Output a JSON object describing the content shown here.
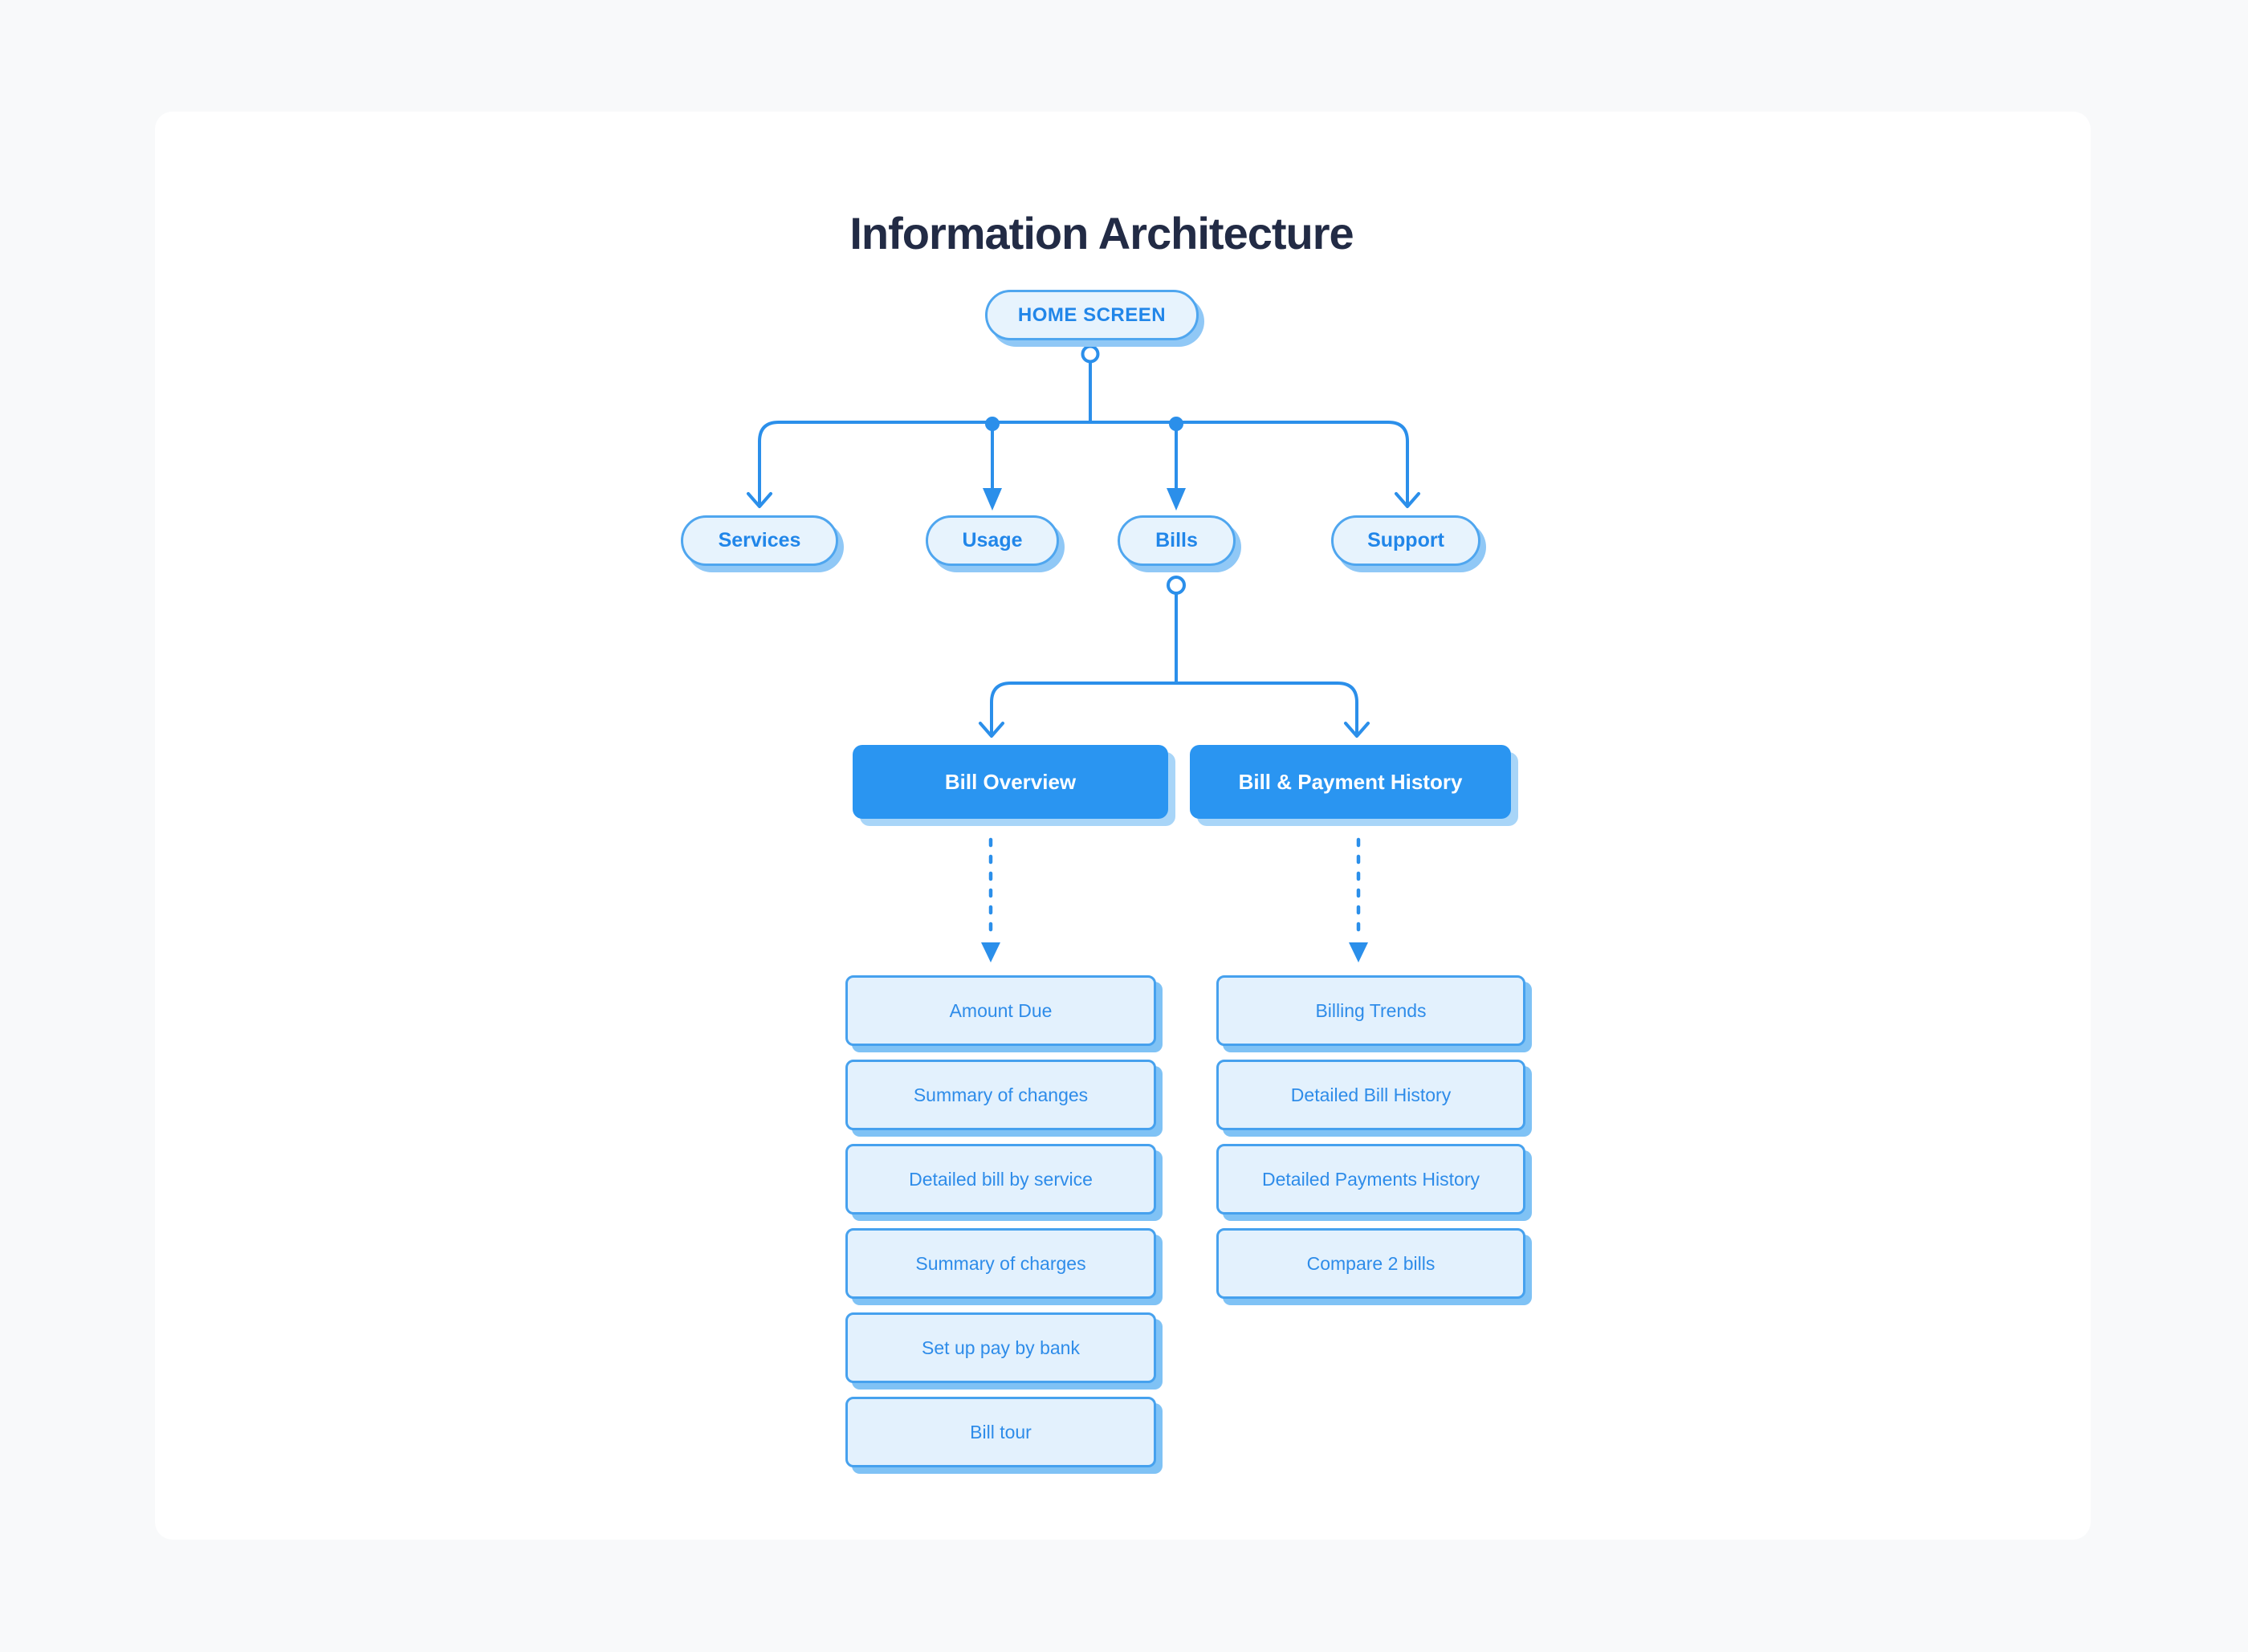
{
  "title": "Information Architecture",
  "tree": {
    "root": {
      "label": "HOME SCREEN"
    },
    "level1": [
      "Services",
      "Usage",
      "Bills",
      "Support"
    ],
    "bills_children": [
      "Bill Overview",
      "Bill & Payment History"
    ],
    "bill_overview_items": [
      "Amount Due",
      "Summary of changes",
      "Detailed bill by service",
      "Summary of charges",
      "Set up pay by bank",
      "Bill tour"
    ],
    "bill_payment_history_items": [
      "Billing Trends",
      "Detailed Bill History",
      "Detailed Payments History",
      "Compare 2 bills"
    ]
  },
  "colors": {
    "page_background": "#f8f9fa",
    "card_background": "#ffffff",
    "title_text": "#222b45",
    "connector_line": "#2b8fea",
    "node_fill": "#e7f3fd",
    "node_border": "#4fa6ef",
    "node_text": "#2186e9",
    "node_shadow": "#90c8f6",
    "solid_node_fill": "#2a95f1",
    "solid_node_text": "#ffffff",
    "solid_node_shadow": "#a8d5f8",
    "list_node_fill": "#e3f1fd",
    "list_node_border": "#46a1ee",
    "list_node_text": "#2e8ce9",
    "list_node_shadow": "#7fc2f5"
  }
}
